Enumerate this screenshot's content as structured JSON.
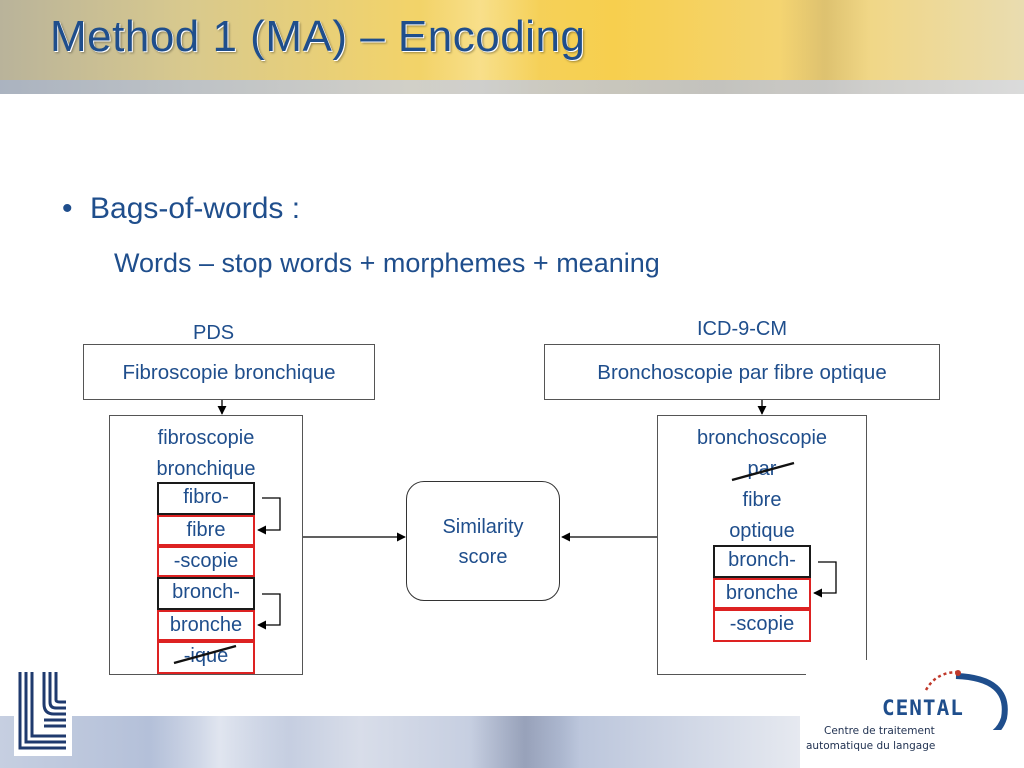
{
  "slide": {
    "title": "Method 1 (MA) – Encoding",
    "bullet_symbol": "•",
    "bullet": "Bags-of-words :",
    "subline": "Words – stop words + morphemes + meaning"
  },
  "left": {
    "label": "PDS",
    "term": "Fibroscopie bronchique",
    "words": [
      "fibroscopie",
      "bronchique"
    ],
    "morphemes": [
      "fibro-",
      "fibre",
      "-scopie",
      "bronch-",
      "bronche",
      "-ique"
    ]
  },
  "right": {
    "label": "ICD-9-CM",
    "term": "Bronchoscopie par fibre optique",
    "words": [
      "bronchoscopie",
      "par",
      "fibre",
      "optique"
    ],
    "morphemes": [
      "bronch-",
      "bronche",
      "-scopie"
    ]
  },
  "center": {
    "line1": "Similarity",
    "line2": "score"
  },
  "footer": {
    "brand": "CENTAL",
    "tagline1": "Centre de traitement",
    "tagline2": "automatique du langage"
  },
  "colors": {
    "text": "#1f4e8c",
    "red_border": "#dd2222",
    "black_border": "#1a1a1a"
  }
}
